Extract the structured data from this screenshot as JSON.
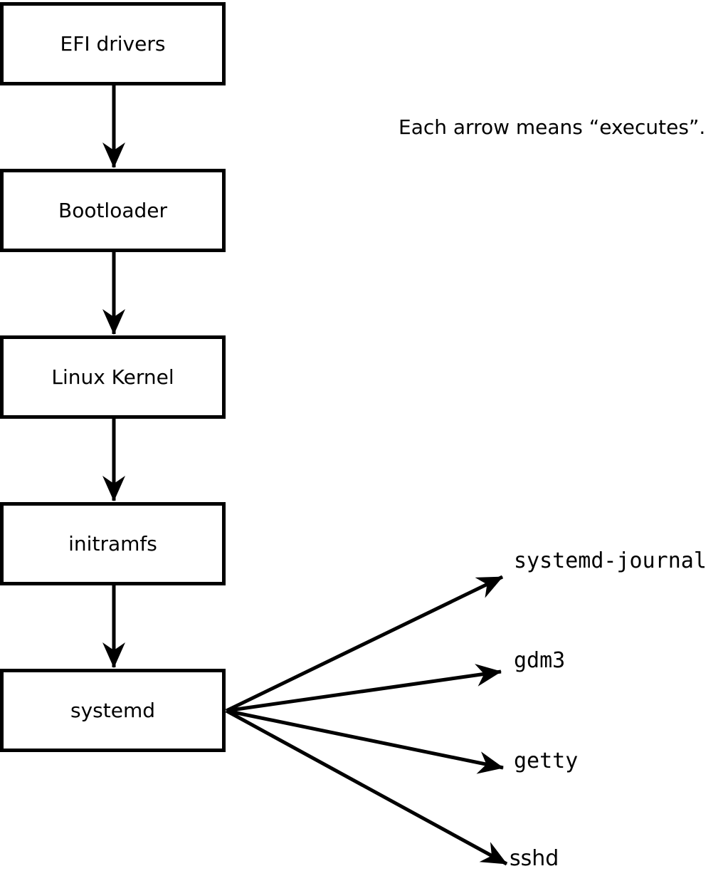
{
  "note": {
    "text": "Each arrow means “executes”."
  },
  "boot_chain": [
    {
      "label": "EFI drivers"
    },
    {
      "label": "Bootloader"
    },
    {
      "label": "Linux Kernel"
    },
    {
      "label": "initramfs"
    },
    {
      "label": "systemd"
    }
  ],
  "spawned_processes": [
    {
      "label": "systemd-journal"
    },
    {
      "label": "gdm3"
    },
    {
      "label": "getty"
    },
    {
      "label": "sshd"
    }
  ],
  "arrow_meaning": "executes",
  "colors": {
    "stroke": "#000000",
    "box_fill": "#ffffff",
    "background": "#ffffff",
    "text": "#000000"
  }
}
